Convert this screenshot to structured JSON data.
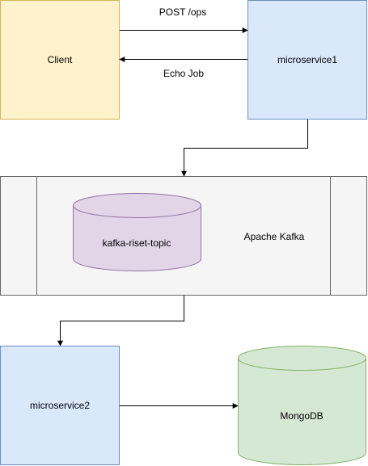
{
  "nodes": {
    "client": {
      "label": "Client",
      "fill": "#fff2cc",
      "stroke": "#d6b656"
    },
    "microservice1": {
      "label": "microservice1",
      "fill": "#dae8fc",
      "stroke": "#6c8ebf"
    },
    "kafka": {
      "label": "Apache Kafka",
      "fill": "#f5f5f5",
      "stroke": "#666666",
      "topic": {
        "label": "kafka-riset-topic",
        "fill": "#e1d5e7",
        "stroke": "#9673a6"
      }
    },
    "microservice2": {
      "label": "microservice2",
      "fill": "#dae8fc",
      "stroke": "#6c8ebf"
    },
    "mongodb": {
      "label": "MongoDB",
      "fill": "#d5e8d4",
      "stroke": "#82b366"
    }
  },
  "edges": {
    "request": {
      "label": "POST /ops"
    },
    "response": {
      "label": "Echo Job"
    }
  }
}
